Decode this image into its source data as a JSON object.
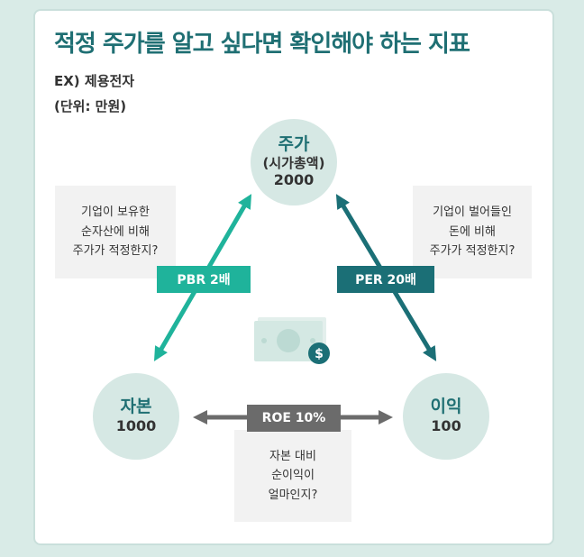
{
  "title": "적정 주가를 알고 싶다면 확인해야 하는 지표",
  "example": "EX) 제용전자",
  "unit": "(단위: 만원)",
  "nodes": {
    "price": {
      "label": "주가",
      "sublabel": "(시가총액)",
      "value": "2000"
    },
    "equity": {
      "label": "자본",
      "value": "1000"
    },
    "earnings": {
      "label": "이익",
      "value": "100"
    }
  },
  "links": {
    "pbr": {
      "label": "PBR 2배",
      "note": [
        "기업이 보유한",
        "순자산에 비해",
        "주가가 적정한지?"
      ],
      "color": "#1fb39b"
    },
    "per": {
      "label": "PER 20배",
      "note": [
        "기업이 벌어들인",
        "돈에 비해",
        "주가가 적정한지?"
      ],
      "color": "#1b6f76"
    },
    "roe": {
      "label": "ROE 10%",
      "note": [
        "자본 대비",
        "순이익이",
        "얼마인지?"
      ],
      "color": "#6b6b6b"
    }
  },
  "icons": {
    "center": "money-bill-icon"
  }
}
